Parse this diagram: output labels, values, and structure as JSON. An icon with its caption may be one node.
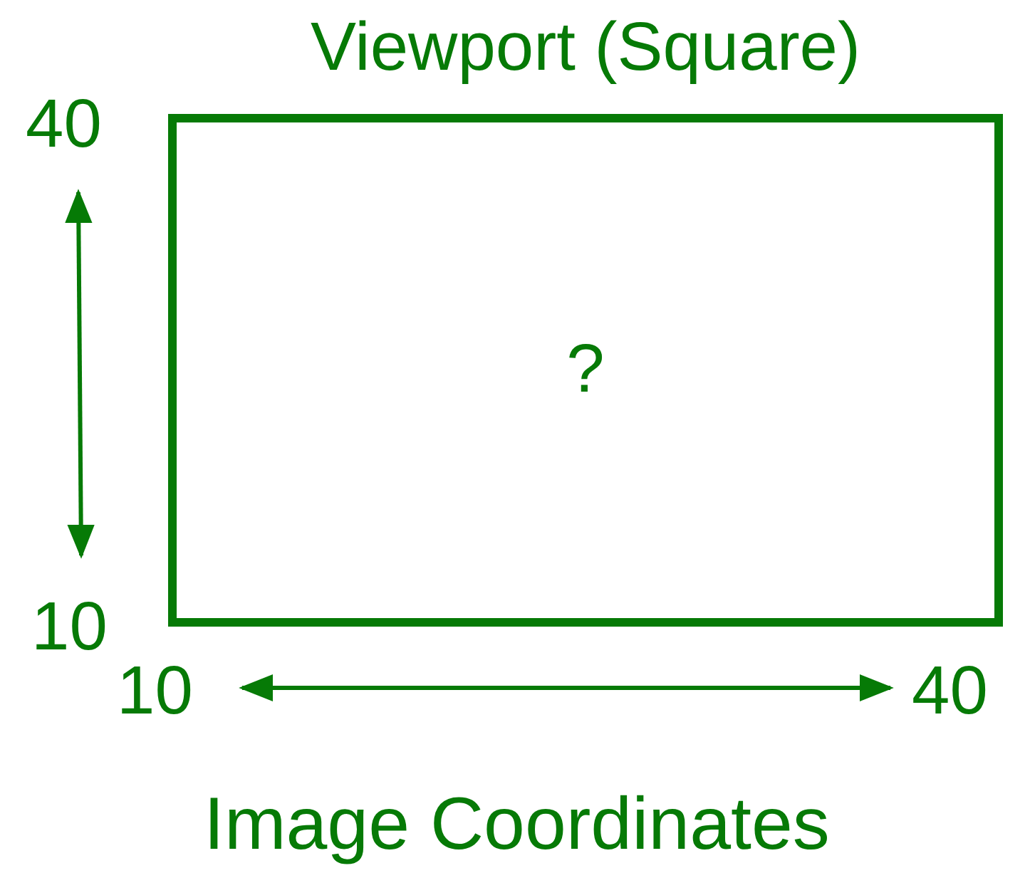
{
  "diagram": {
    "nodes": [
      {
        "text": [
          "Viewport (Square)",
          "?"
        ]
      }
    ],
    "labels": [
      "40",
      "10",
      "10",
      "40",
      "Image Coordinates"
    ]
  }
}
